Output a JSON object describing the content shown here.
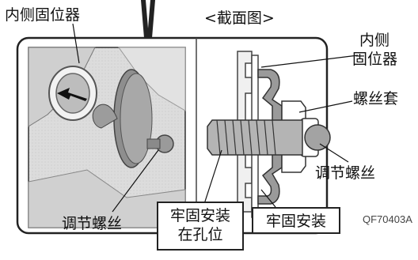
{
  "labels": {
    "inner_retainer_left": "内侧固位器",
    "section_view": "<截面图>",
    "inner_retainer_right_line1": "内侧",
    "inner_retainer_right_line2": "固位器",
    "screw_sleeve": "螺丝套",
    "adjust_screw_right": "调节螺丝",
    "adjust_screw_left": "调节螺丝",
    "install_in_hole_line1": "牢固安装",
    "install_in_hole_line2": "在孔位",
    "install_firmly": "牢固安装",
    "figure_code": "QF70403A"
  },
  "colors": {
    "photo_bg": "#d9d9d9",
    "outline": "#222222",
    "part_gray": "#9a9a9a"
  }
}
